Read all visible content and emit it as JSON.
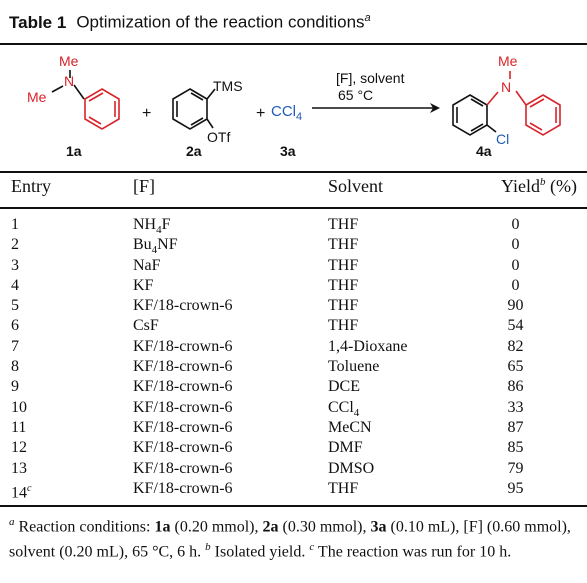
{
  "caption": {
    "label": "Table 1",
    "title": "Optimization of the reaction conditions",
    "note_mark": "a"
  },
  "scheme": {
    "compound_1a": {
      "label": "1a",
      "atoms": [
        "Me",
        "N",
        "Me"
      ]
    },
    "compound_2a": {
      "label": "2a",
      "groups": [
        "TMS",
        "OTf"
      ]
    },
    "compound_3a": {
      "label": "3a",
      "formula": "CCl4"
    },
    "compound_4a": {
      "label": "4a",
      "atoms": [
        "Me",
        "N",
        "Cl"
      ]
    },
    "plus_signs": [
      "+",
      "+"
    ],
    "conditions": [
      "[F], solvent",
      "65 °C"
    ],
    "colors": {
      "reactant": "#d8232a",
      "reagent": "#1f5bb5",
      "structure": "#111111"
    }
  },
  "table": {
    "headers": {
      "entry": "Entry",
      "f": "[F]",
      "solvent": "Solvent",
      "yield": "Yield",
      "yield_mark": "b",
      "yield_unit": "(%)"
    },
    "rows": [
      {
        "entry": "1",
        "f": "NH4F",
        "solvent": "THF",
        "yield": "0"
      },
      {
        "entry": "2",
        "f": "Bu4NF",
        "solvent": "THF",
        "yield": "0"
      },
      {
        "entry": "3",
        "f": "NaF",
        "solvent": "THF",
        "yield": "0"
      },
      {
        "entry": "4",
        "f": "KF",
        "solvent": "THF",
        "yield": "0"
      },
      {
        "entry": "5",
        "f": "KF/18-crown-6",
        "solvent": "THF",
        "yield": "90"
      },
      {
        "entry": "6",
        "f": "CsF",
        "solvent": "THF",
        "yield": "54"
      },
      {
        "entry": "7",
        "f": "KF/18-crown-6",
        "solvent": "1,4-Dioxane",
        "yield": "82"
      },
      {
        "entry": "8",
        "f": "KF/18-crown-6",
        "solvent": "Toluene",
        "yield": "65"
      },
      {
        "entry": "9",
        "f": "KF/18-crown-6",
        "solvent": "DCE",
        "yield": "86"
      },
      {
        "entry": "10",
        "f": "KF/18-crown-6",
        "solvent": "CCl4",
        "yield": "33"
      },
      {
        "entry": "11",
        "f": "KF/18-crown-6",
        "solvent": "MeCN",
        "yield": "87"
      },
      {
        "entry": "12",
        "f": "KF/18-crown-6",
        "solvent": "DMF",
        "yield": "85"
      },
      {
        "entry": "13",
        "f": "KF/18-crown-6",
        "solvent": "DMSO",
        "yield": "79"
      },
      {
        "entry": "14",
        "entry_mark": "c",
        "f": "KF/18-crown-6",
        "solvent": "THF",
        "yield": "95"
      }
    ]
  },
  "footnote": {
    "a_mark": "a",
    "a_parts": [
      "Reaction conditions: ",
      "1a",
      " (0.20 mmol), ",
      "2a",
      " (0.30 mmol), ",
      "3a",
      " (0.10 mL), [F] (0.60 mmol), solvent (0.20 mL), 65 °C, 6 h."
    ],
    "b_mark": "b",
    "b_text": "Isolated yield.",
    "c_mark": "c",
    "c_text": "The reaction was run for 10 h."
  }
}
